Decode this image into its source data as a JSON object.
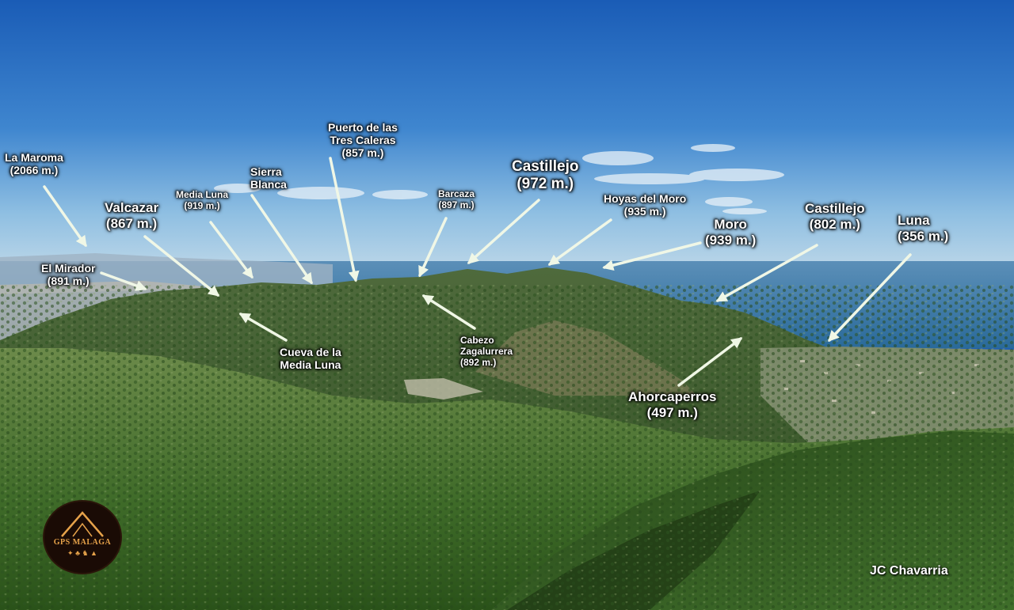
{
  "labels": {
    "maroma": {
      "name": "La Maroma",
      "elev": "(2066 m.)"
    },
    "valcazar": {
      "name": "Valcazar",
      "elev": "(867 m.)"
    },
    "media_luna": {
      "name": "Media Luna",
      "elev": "(919 m.)"
    },
    "sierra_blanca": {
      "line1": "Sierra",
      "line2": "Blanca"
    },
    "puerto": {
      "line1": "Puerto de las",
      "line2": "Tres Caleras",
      "elev": "(857 m.)"
    },
    "barcaza": {
      "name": "Barcaza",
      "elev": "(897 m.)"
    },
    "castillejo_972": {
      "name": "Castillejo",
      "elev": "(972 m.)"
    },
    "hoyas": {
      "name": "Hoyas del Moro",
      "elev": "(935 m.)"
    },
    "moro": {
      "name": "Moro",
      "elev": "(939 m.)"
    },
    "castillejo_802": {
      "name": "Castillejo",
      "elev": "(802 m.)"
    },
    "luna": {
      "name": "Luna",
      "elev": "(356 m.)"
    },
    "mirador": {
      "name": "El Mirador",
      "elev": "(891 m.)"
    },
    "cueva": {
      "line1": "Cueva de la",
      "line2": "Media Luna"
    },
    "cabezo": {
      "line1": "Cabezo",
      "line2": "Zagalurrera",
      "elev": "(892 m.)"
    },
    "ahorcaperros": {
      "name": "Ahorcaperros",
      "elev": "(497 m.)"
    }
  },
  "logo": {
    "text": "GPS MALAGA",
    "icons": "✦ ♣ ♞ ▲"
  },
  "credit": "JC Chavarria",
  "colors": {
    "sky_top": "#1c5fb8",
    "sky_horizon": "#b9d6ea",
    "sea": "#2f6d9c",
    "forest": "#3d6b2a",
    "arrow": "#f0f7e6"
  }
}
